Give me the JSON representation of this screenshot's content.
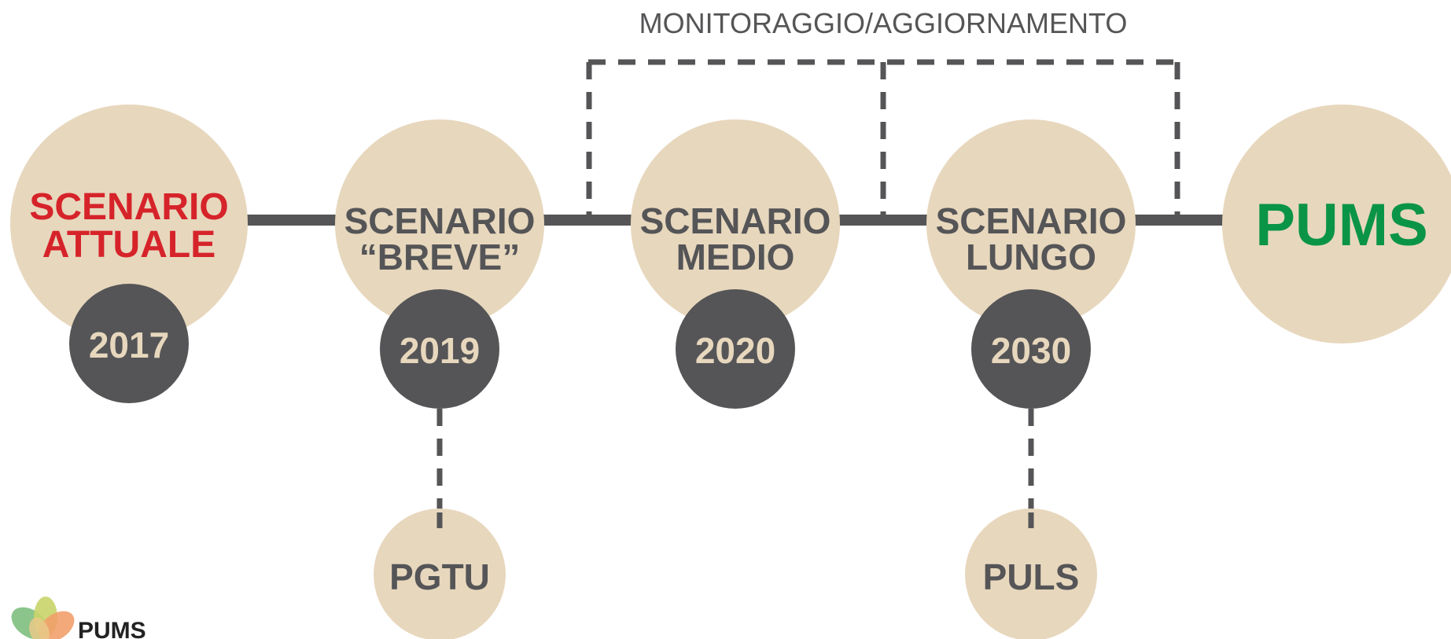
{
  "header": {
    "monitoring_label": "MONITORAGGIO/AGGIORNAMENTO"
  },
  "scenarios": [
    {
      "line1": "SCENARIO",
      "line2": "ATTUALE",
      "year": "2017"
    },
    {
      "line1": "SCENARIO",
      "line2": "“BREVE”",
      "year": "2019"
    },
    {
      "line1": "SCENARIO",
      "line2": "MEDIO",
      "year": "2020"
    },
    {
      "line1": "SCENARIO",
      "line2": "LUNGO",
      "year": "2030"
    }
  ],
  "final_node": {
    "label": "PUMS"
  },
  "sub_plans": [
    {
      "label": "PGTU"
    },
    {
      "label": "PULS"
    }
  ],
  "logo": {
    "text": "PUMS"
  },
  "colors": {
    "beige": "#e7d7bd",
    "dark": "#555557",
    "red": "#d6232a",
    "green": "#0a9447"
  }
}
